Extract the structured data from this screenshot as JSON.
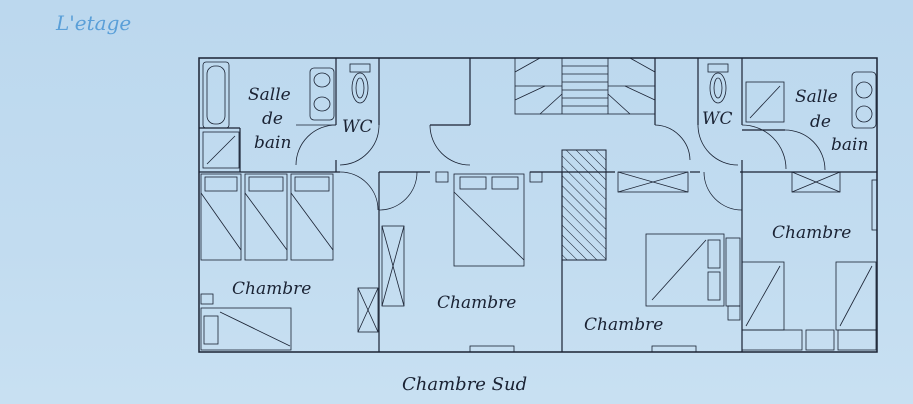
{
  "header": {
    "title": "L'etage",
    "title_color": "#5a9fd8"
  },
  "rooms": {
    "bath_left": [
      "Salle",
      "de",
      "bain"
    ],
    "wc_left": "WC",
    "wc_right": "WC",
    "bath_right": [
      "Salle",
      "de",
      "bain"
    ],
    "bedroom_west": "Chambre",
    "bedroom_center": "Chambre",
    "bedroom_middle": "Chambre",
    "bedroom_east": "Chambre"
  },
  "footer": {
    "caption": "Chambre Sud"
  },
  "colors": {
    "background": "#c2dcf0",
    "ink": "#1a2233"
  }
}
